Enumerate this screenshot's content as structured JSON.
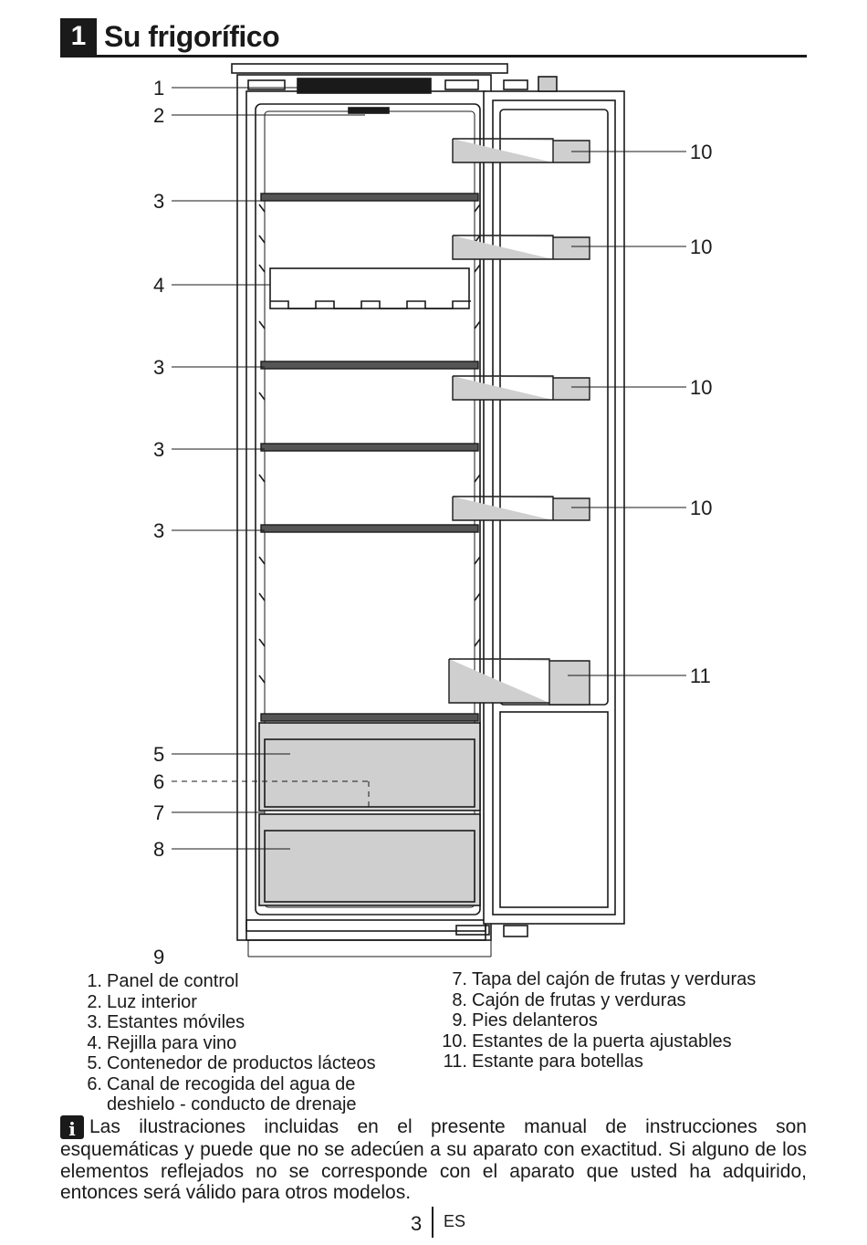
{
  "section": {
    "number": "1",
    "title": "Su frigorífico"
  },
  "callouts": {
    "c1": "1",
    "c2": "2",
    "c3a": "3",
    "c4": "4",
    "c3b": "3",
    "c3c": "3",
    "c3d": "3",
    "c5": "5",
    "c6": "6",
    "c7": "7",
    "c8": "8",
    "c9": "9",
    "c10a": "10",
    "c10b": "10",
    "c10c": "10",
    "c10d": "10",
    "c11": "11"
  },
  "legend_left": [
    {
      "n": "1.",
      "text": "Panel de control"
    },
    {
      "n": "2.",
      "text": "Luz interior"
    },
    {
      "n": "3.",
      "text": "Estantes móviles"
    },
    {
      "n": "4.",
      "text": "Rejilla para vino"
    },
    {
      "n": "5.",
      "text": "Contenedor de productos lácteos"
    },
    {
      "n": "6.",
      "text": "Canal de recogida del agua de deshielo - conducto de drenaje"
    }
  ],
  "legend_right": [
    {
      "n": "7.",
      "text": "Tapa del cajón de frutas y verduras"
    },
    {
      "n": "8.",
      "text": "Cajón de frutas y verduras"
    },
    {
      "n": "9.",
      "text": "Pies delanteros"
    },
    {
      "n": "10.",
      "text": "Estantes de la puerta ajustables"
    },
    {
      "n": "11.",
      "text": "Estante para botellas"
    }
  ],
  "note": {
    "icon": "info-icon",
    "text": "Las ilustraciones incluidas en el presente manual de instrucciones son esquemáticas y puede que no se adecúen a su aparato con exactitud. Si alguno de los elementos reflejados no se corresponde con el aparato que usted ha adquirido, entonces será válido para otros modelos."
  },
  "footer": {
    "page": "3",
    "lang": "ES"
  }
}
